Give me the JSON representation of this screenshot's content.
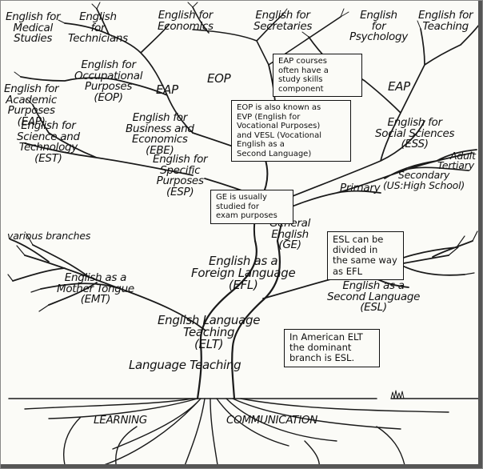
{
  "labels": {
    "medical": "English for\nMedical\nStudies",
    "technicians": "English\nfor\nTechnicians",
    "economics": "English for\nEconomics",
    "secretaries": "English for\nSecretaries",
    "psychology": "English\nfor\nPsychology",
    "teaching": "English for\nTeaching",
    "occupational": "English for\nOccupational\nPurposes\n(EOP)",
    "eop": "EOP",
    "eap_left": "EAP",
    "eap_right": "EAP",
    "academic": "English for\nAcademic\nPurposes\n(EAP)",
    "business": "English for\nBusiness and\nEconomics\n(EBE)",
    "social": "English for\nSocial Sciences\n(ESS)",
    "science": "English for\nScience and\nTechnology\n(EST)",
    "specific": "English for\nSpecific\nPurposes\n(ESP)",
    "adult": "Adult",
    "tertiary": "Tertiary",
    "secondary": "Secondary\n(US:High School)",
    "primary": "Primary",
    "general": "General\nEnglish\n(GE)",
    "various": "various branches",
    "efl": "English as a\nForeign Language\n(EFL)",
    "emt": "English as a\nMother Tongue\n(EMT)",
    "esl": "English as a\nSecond Language\n(ESL)",
    "elt": "English Language\nTeaching\n(ELT)",
    "language_teaching": "Language Teaching",
    "learning": "LEARNING",
    "communication": "COMMUNICATION"
  },
  "notes": {
    "eap_study": "EAP courses\noften have a\nstudy skills\ncomponent",
    "eop_evp": "EOP is also known as\nEVP (English for\nVocational Purposes)\nand VESL (Vocational\nEnglish as a\nSecond Language)",
    "ge_exam": "GE is usually\nstudied for\nexam purposes",
    "esl_efl": "ESL can be\ndivided in\nthe same way\nas EFL",
    "american": "In American ELT\nthe dominant\nbranch is ESL."
  }
}
